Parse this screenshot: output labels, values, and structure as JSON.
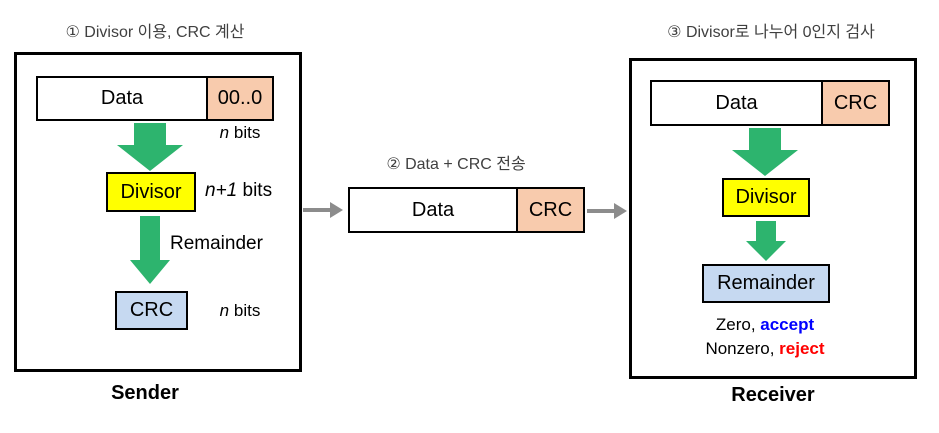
{
  "titles": {
    "step1": "① Divisor 이용, CRC 계산",
    "step2": "② Data + CRC 전송",
    "step3": "③ Divisor로 나누어 0인지 검사"
  },
  "sender": {
    "title": "Sender",
    "data_label": "Data",
    "pad_label": "00..0",
    "n_bits_top": {
      "var": "n",
      "rest": " bits"
    },
    "divisor_label": "Divisor",
    "n1_bits": {
      "var": "n+1",
      "rest": " bits"
    },
    "remainder_caption": "Remainder",
    "crc_label": "CRC",
    "n_bits_bottom": {
      "var": "n",
      "rest": " bits"
    }
  },
  "channel": {
    "data_label": "Data",
    "crc_label": "CRC"
  },
  "receiver": {
    "title": "Receiver",
    "data_label": "Data",
    "crc_label": "CRC",
    "divisor_label": "Divisor",
    "remainder_label": "Remainder",
    "zero_prefix": "Zero, ",
    "accept": "accept",
    "nonzero_prefix": "Nonzero, ",
    "reject": "reject"
  },
  "colors": {
    "peach": "#F8CBAD",
    "yellow": "#FFFF00",
    "light_blue": "#C6D9F1",
    "green_arrow": "#2DB46E",
    "gray_arrow": "#8C8C8C",
    "accept_blue": "#0000FF",
    "reject_red": "#FF0000",
    "title_gray": "#404040"
  }
}
